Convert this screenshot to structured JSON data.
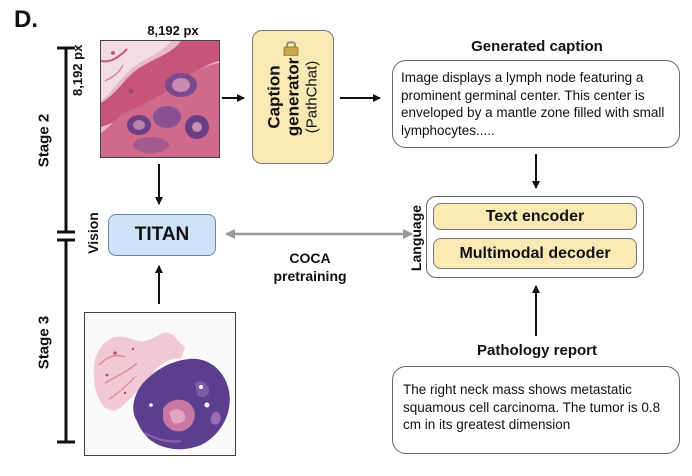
{
  "panel_letter": "D.",
  "tile": {
    "size_top": "8,192 px",
    "size_side": "8,192 px"
  },
  "stages": {
    "stage2": "Stage 2",
    "stage3": "Stage 3"
  },
  "side_labels": {
    "vision": "Vision",
    "language": "Language"
  },
  "caption_generator": {
    "line1": "Caption",
    "line2": "generator",
    "line3": "(PathChat)",
    "icon": "lock-icon"
  },
  "titan": {
    "label": "TITAN"
  },
  "generated_caption": {
    "title": "Generated caption",
    "text": "Image displays a lymph node featuring a prominent germinal center. This center is enveloped by a mantle zone filled with small lymphocytes....."
  },
  "language_model": {
    "encoder": "Text encoder",
    "decoder": "Multimodal decoder"
  },
  "coca": {
    "line1": "COCA",
    "line2": "pretraining"
  },
  "pathology_report": {
    "title": "Pathology report",
    "text": "The right neck mass shows metastatic squamous cell carcinoma. The tumor is 0.8 cm in its greatest dimension"
  },
  "colors": {
    "yellow_box": "#f9e9b4",
    "blue_box": "#cce3f8",
    "arrow_gray": "#9a9a9a",
    "tissue_purple": "#5b3f8f",
    "tissue_pink": "#d9567a"
  }
}
